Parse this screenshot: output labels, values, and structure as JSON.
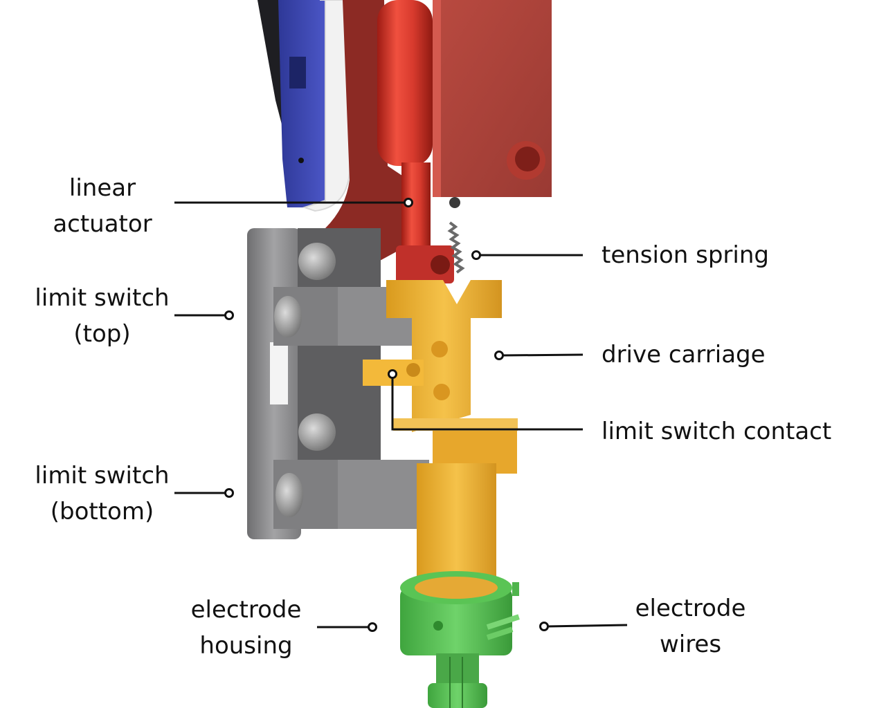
{
  "labels": {
    "linear_actuator": [
      "linear",
      "actuator"
    ],
    "tension_spring": [
      "tension spring"
    ],
    "limit_switch_top": [
      "limit switch",
      "(top)"
    ],
    "drive_carriage": [
      "drive carriage"
    ],
    "limit_switch_contact": [
      "limit switch contact"
    ],
    "limit_switch_bottom": [
      "limit switch",
      "(bottom)"
    ],
    "electrode_housing": [
      "electrode",
      "housing"
    ],
    "electrode_wires": [
      "electrode",
      "wires"
    ]
  },
  "colors": {
    "blue_plate": "#3b46b0",
    "red_actuator": "#c8382e",
    "red_body": "#a9403a",
    "gray_bracket": "#8a8a8c",
    "yellow_carriage": "#f0b93a",
    "green_housing": "#58c456",
    "leader_line": "#111111"
  }
}
